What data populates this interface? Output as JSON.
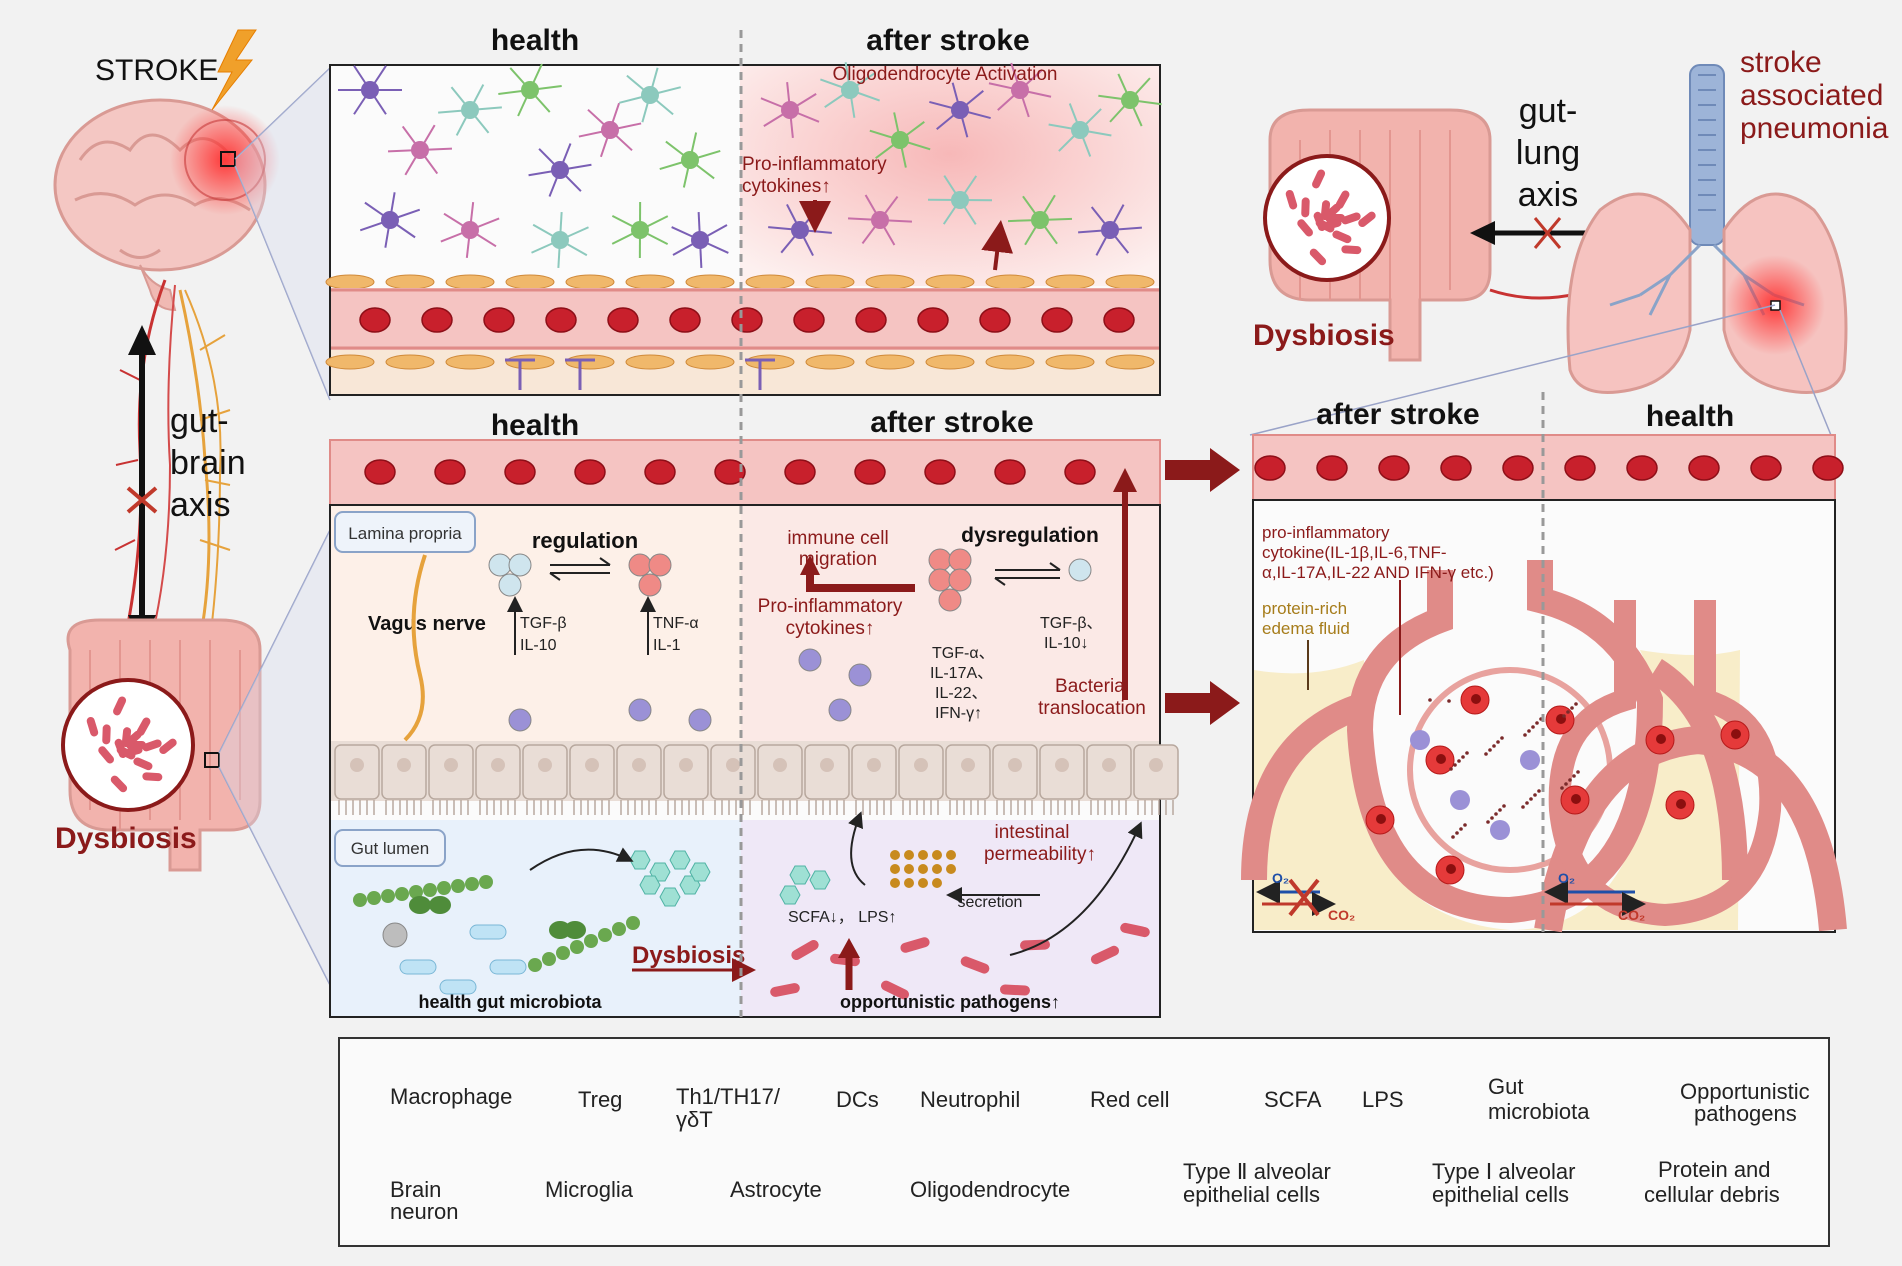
{
  "left": {
    "stroke": "STROKE",
    "gut_brain_axis": [
      "gut-",
      "brain",
      "axis"
    ],
    "dysbiosis": "Dysbiosis"
  },
  "brain_panel": {
    "health": "health",
    "after_stroke": "after stroke",
    "oligo_activation": "Oligodendrocyte Activation",
    "proinflam": [
      "Pro-inflammatory",
      "cytokines↑"
    ]
  },
  "gut_panel": {
    "health": "health",
    "after_stroke": "after stroke",
    "lamina_propria": "Lamina propria",
    "regulation": "regulation",
    "vagus_nerve": "Vagus nerve",
    "tgf_il10": [
      "TGF-β",
      "IL-10"
    ],
    "tnf_il1": [
      "TNF-α",
      "IL-1"
    ],
    "immune_migration": [
      "immune cell",
      "migration"
    ],
    "dysregulation": "dysregulation",
    "proinflam": [
      "Pro-inflammatory",
      "cytokines↑"
    ],
    "tgf_il10_down": [
      "TGF-β、",
      "IL-10↓"
    ],
    "th_cytokines": [
      "TGF-α、",
      "IL-17A、",
      "IL-22、",
      "IFN-γ↑"
    ],
    "bacterial_translocation": [
      "Bacterial",
      "translocation"
    ],
    "gut_lumen": "Gut lumen",
    "health_microbiota": "health gut microbiota",
    "intestinal_perm": [
      "intestinal",
      "permeability↑"
    ],
    "scfa_lps": "SCFA↓，  LPS↑",
    "secretion": "secretion",
    "dysbiosis": "Dysbiosis",
    "opportunistic": "opportunistic pathogens↑"
  },
  "lung": {
    "gut_lung_axis": [
      "gut-",
      "lung",
      "axis"
    ],
    "sap": [
      "stroke",
      "associated",
      "pneumonia"
    ],
    "dysbiosis": "Dysbiosis",
    "after_stroke": "after stroke",
    "health": "health",
    "cytokine_text": [
      "pro-inflammatory",
      "cytokine(IL-1β,IL-6,TNF-",
      "α,IL-17A,IL-22 AND IFN-γ etc.)"
    ],
    "edema": [
      "protein-rich",
      "edema fluid"
    ],
    "o2": "O₂",
    "co2": "CO₂"
  },
  "legend": {
    "macrophage": "Macrophage",
    "treg": "Treg",
    "th": [
      "Th1/TH17/",
      "γδT"
    ],
    "dcs": "DCs",
    "neutrophil": "Neutrophil",
    "red_cell": "Red cell",
    "scfa": "SCFA",
    "lps": "LPS",
    "gut_microbiota": [
      "Gut",
      "microbiota"
    ],
    "opportunistic": [
      "Opportunistic",
      "pathogens"
    ],
    "brain_neuron": [
      "Brain",
      "neuron"
    ],
    "microglia": "Microglia",
    "astrocyte": "Astrocyte",
    "oligodendrocyte": "Oligodendrocyte",
    "type2": [
      "Type Ⅱ alveolar",
      "epithelial cells"
    ],
    "type1": [
      "Type Ⅰ alveolar",
      "epithelial cells"
    ],
    "debris": [
      "Protein and",
      "cellular debris"
    ]
  },
  "colors": {
    "dark_red": "#8b1a1a",
    "vessel": "#f2b8b8",
    "rbc": "#c8202c",
    "nerve": "#e6a23c"
  }
}
